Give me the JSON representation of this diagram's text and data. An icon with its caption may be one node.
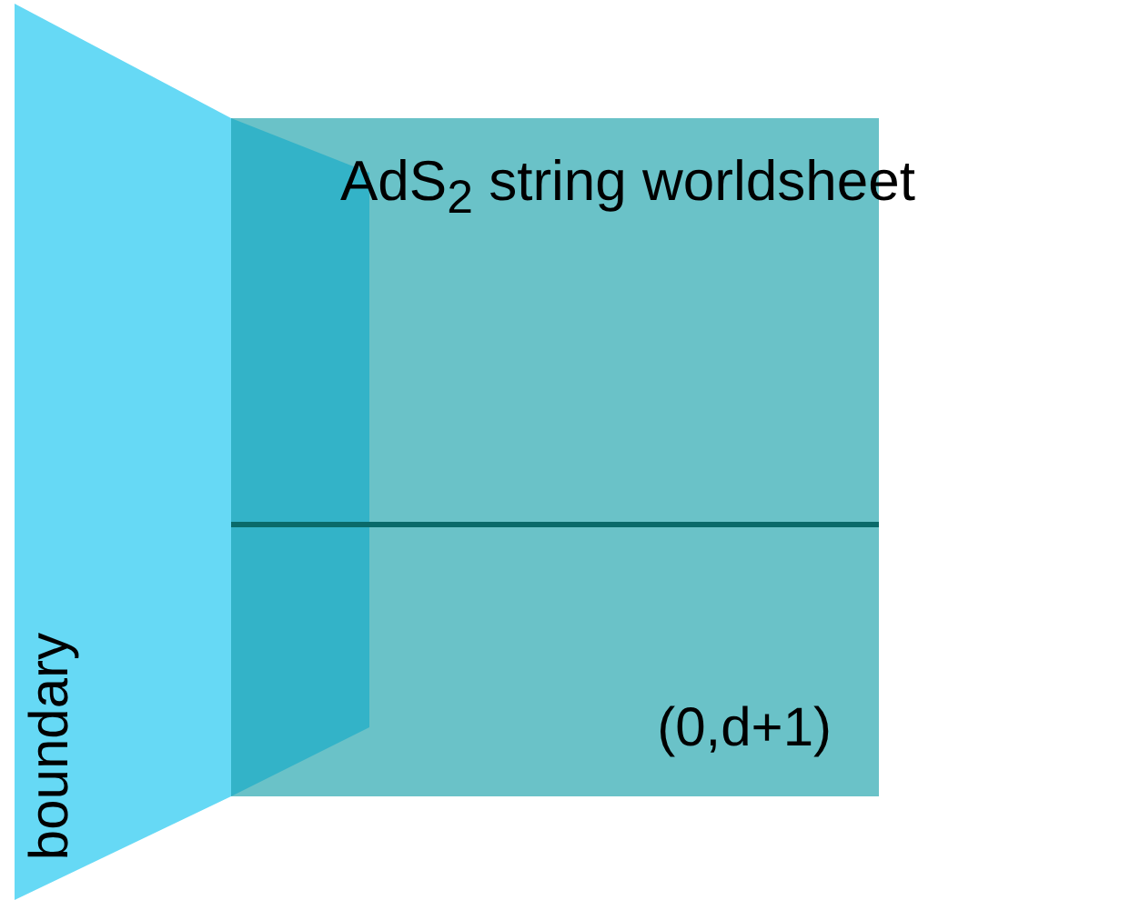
{
  "diagram": {
    "nodes": [
      {
        "text": [
          "boundary"
        ]
      },
      {
        "text": [
          "(0,d+1)"
        ]
      }
    ],
    "edges": [],
    "labels": [
      "AdS$_{2}$ string worldsheet"
    ]
  }
}
